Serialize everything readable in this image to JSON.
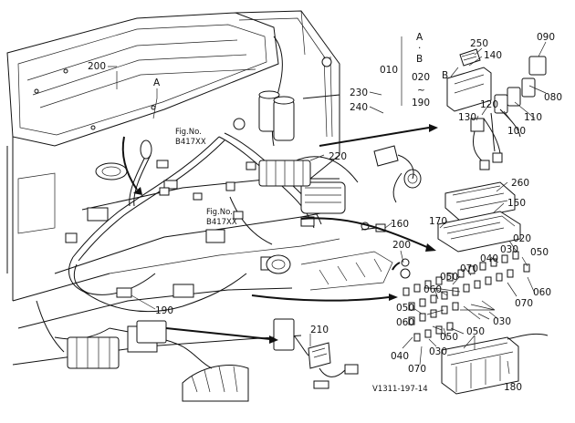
{
  "figure_code": "V1311-197-14",
  "fig_refs": [
    {
      "line1": "Fig.No.",
      "line2": "B417XX"
    },
    {
      "line1": "Fig.No.",
      "line2": "B417XX"
    }
  ],
  "bracket": {
    "code": "010",
    "items": [
      "A",
      "·",
      "B",
      "020",
      "~",
      "190"
    ]
  },
  "assembly_letters": {
    "a": "A",
    "b": "B"
  },
  "callouts": {
    "c200a": "200",
    "c230": "230",
    "c240": "240",
    "c220": "220",
    "c250": "250",
    "c140": "140",
    "c090": "090",
    "c080": "080",
    "c120": "120",
    "c130": "130",
    "c110": "110",
    "c100": "100",
    "c260": "260",
    "c150": "150",
    "c170": "170",
    "c160": "160",
    "c200b": "200",
    "c190": "190",
    "c210": "210",
    "c180": "180",
    "c020": "020",
    "c040a": "040",
    "c030a": "030",
    "c050a": "050",
    "c070a": "070",
    "c050b": "050",
    "c060a": "060",
    "c070b": "070",
    "c060b": "060",
    "c050c": "050",
    "c030b": "030",
    "c050d": "050",
    "c060c": "060",
    "c040b": "040",
    "c070c": "070",
    "c030c": "030",
    "c050e": "050"
  }
}
